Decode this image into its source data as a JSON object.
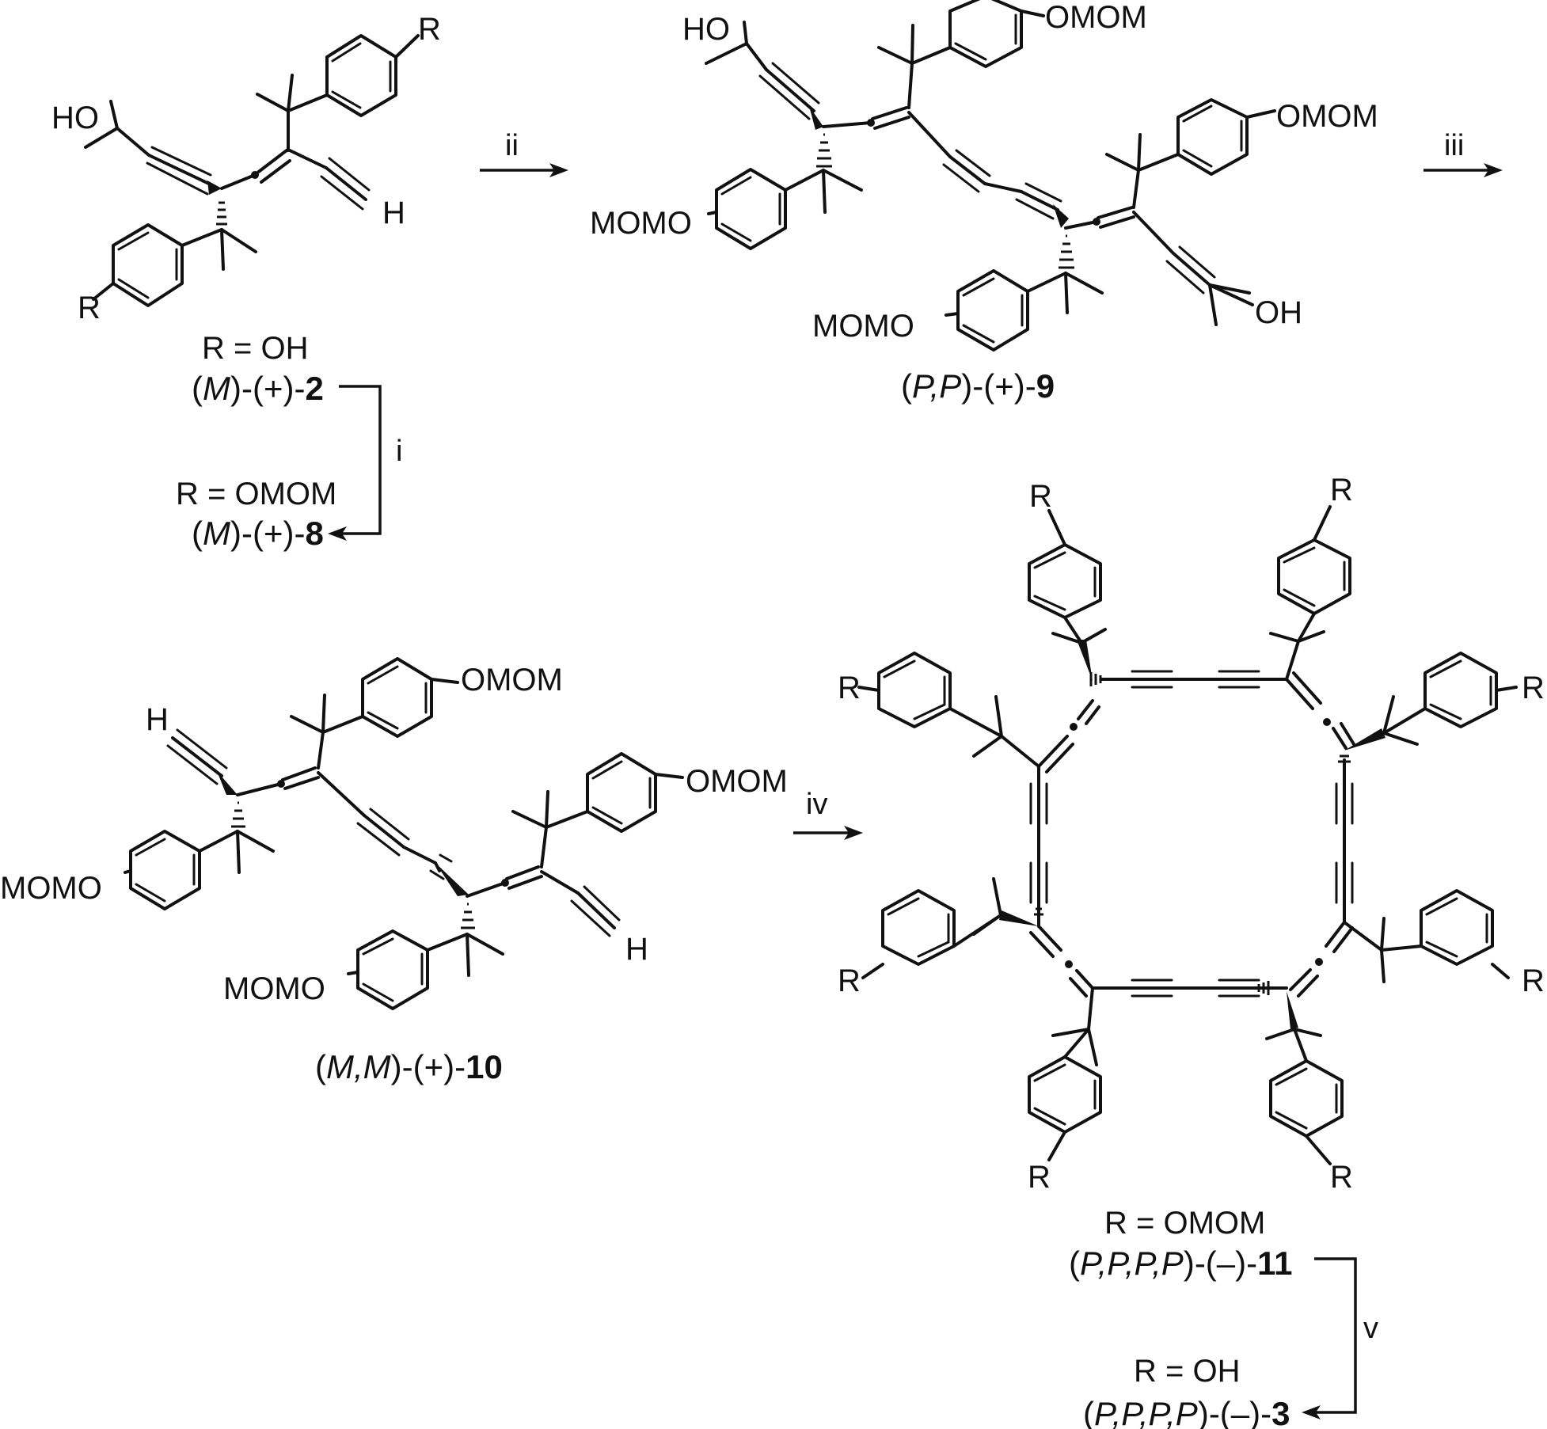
{
  "compound_2": {
    "substituent": "R",
    "atoms": {
      "ho": "HO",
      "h": "H"
    },
    "r_def": "R = OH",
    "name_open": "(",
    "name_config": "M",
    "name_mid": ")-(+)-",
    "name_num": "2"
  },
  "compound_8": {
    "r_def": "R = OMOM",
    "name_open": "(",
    "name_config": "M",
    "name_mid": ")-(+)-",
    "name_num": "8"
  },
  "compound_9": {
    "atoms": {
      "ho": "HO",
      "oh": "OH",
      "omom_right": "OMOM",
      "omom_left": "MOMO"
    },
    "name_open": "(",
    "name_config": "P,P",
    "name_mid": ")-(+)-",
    "name_num": "9"
  },
  "compound_10": {
    "atoms": {
      "h": "H",
      "omom_right": "OMOM",
      "omom_left": "MOMO"
    },
    "name_open": "(",
    "name_config": "M,M",
    "name_mid": ")-(+)-",
    "name_num": "10"
  },
  "compound_11": {
    "substituent": "R",
    "r_def": "R = OMOM",
    "name_open": "(",
    "name_config": "P,P,P,P",
    "name_mid": ")-(–)-",
    "name_num": "11"
  },
  "compound_3": {
    "r_def": "R = OH",
    "name_open": "(",
    "name_config": "P,P,P,P",
    "name_mid": ")-(–)-",
    "name_num": "3"
  },
  "steps": {
    "i": "i",
    "ii": "ii",
    "iii": "iii",
    "iv": "iv",
    "v": "v"
  }
}
